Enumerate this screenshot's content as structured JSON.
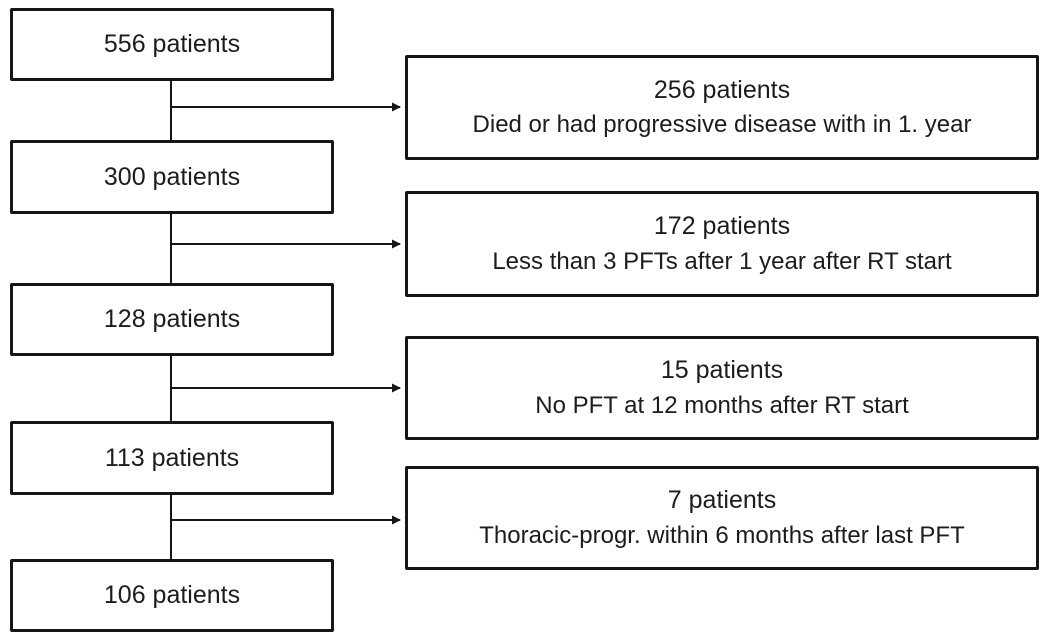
{
  "flowchart": {
    "main_boxes": [
      {
        "label": "556 patients"
      },
      {
        "label": "300 patients"
      },
      {
        "label": "128 patients"
      },
      {
        "label": "113 patients"
      },
      {
        "label": "106 patients"
      }
    ],
    "exclusion_boxes": [
      {
        "count": "256 patients",
        "reason": "Died or had progressive disease with in 1. year"
      },
      {
        "count": "172 patients",
        "reason": "Less than 3 PFTs after 1 year after RT start"
      },
      {
        "count": "15 patients",
        "reason": "No PFT at 12 months after RT start"
      },
      {
        "count": "7 patients",
        "reason": "Thoracic-progr. within 6 months after last PFT"
      }
    ],
    "line_color": "#161616"
  }
}
